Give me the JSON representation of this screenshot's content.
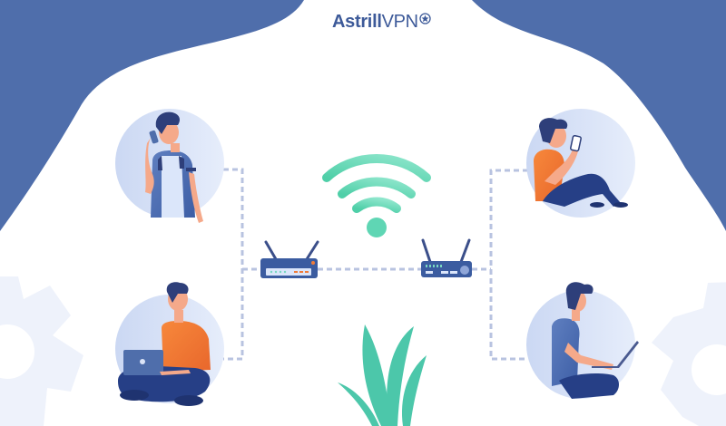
{
  "brand": {
    "name_bold": "Astrill",
    "name_light": "VPN",
    "logo_icon": "star-circle-icon",
    "color": "#3d5a99"
  },
  "colors": {
    "blob": "#4f6eab",
    "circle_bg": "#dbe4f7",
    "wifi": "#5fd6b4",
    "plant": "#4cc7aa",
    "dash": "#b8c3e0",
    "gear": "#eef2fb",
    "router": "#3b5ca0",
    "shirt_orange": "#f07c3a",
    "pants_navy": "#263f86",
    "hair": "#2e3f7a",
    "skin": "#f5a98a"
  },
  "illustration": {
    "nodes": [
      {
        "id": "person-phone-call",
        "icon": "person-talking-on-phone-icon"
      },
      {
        "id": "person-laptop-crosslegged",
        "icon": "person-using-laptop-icon"
      },
      {
        "id": "person-sitting-phone",
        "icon": "person-using-smartphone-icon"
      },
      {
        "id": "person-laptop-side",
        "icon": "person-typing-laptop-icon"
      }
    ],
    "center": {
      "icon": "wifi-icon"
    },
    "routers": [
      {
        "id": "router-left",
        "icon": "router-icon"
      },
      {
        "id": "router-right",
        "icon": "router-icon"
      }
    ],
    "decor": [
      "gear-icon",
      "gear-icon",
      "plant-icon"
    ]
  }
}
